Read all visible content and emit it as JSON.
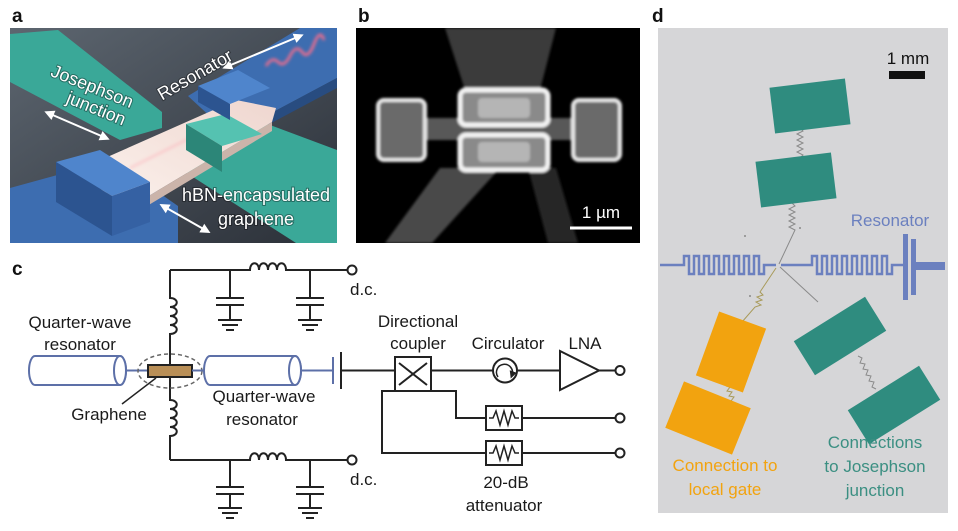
{
  "panel_a": {
    "label": "a",
    "resonator": "Resonator",
    "josephson_line1": "Josephson",
    "josephson_line2": "junction",
    "hbn_line1": "hBN-encapsulated",
    "hbn_line2": "graphene"
  },
  "panel_b": {
    "label": "b",
    "scale_bar": "1 µm"
  },
  "panel_c": {
    "label": "c",
    "left_resonator_line1": "Quarter-wave",
    "left_resonator_line2": "resonator",
    "graphene": "Graphene",
    "right_resonator_line1": "Quarter-wave",
    "right_resonator_line2": "resonator",
    "dc_top": "d.c.",
    "dc_bottom": "d.c.",
    "coupler_line1": "Directional",
    "coupler_line2": "coupler",
    "circulator": "Circulator",
    "lna": "LNA",
    "attenuator_line1": "20-dB",
    "attenuator_line2": "attenuator"
  },
  "panel_d": {
    "label": "d",
    "scale_bar": "1 mm",
    "resonator": "Resonator",
    "jj_line1": "Connections",
    "jj_line2": "to Josephson",
    "jj_line3": "junction",
    "gate_line1": "Connection to",
    "gate_line2": "local gate"
  },
  "colors": {
    "teal": "#2f8c7f",
    "orange": "#f2a30f",
    "resonator_blue": "#6b80bf",
    "coax_blue": "#5d70a8",
    "graphene_brown": "#b98f57",
    "render_blue": "#3d6db0",
    "render_teal": "#3aa898",
    "panel_d_background": "#d6d6d8"
  }
}
